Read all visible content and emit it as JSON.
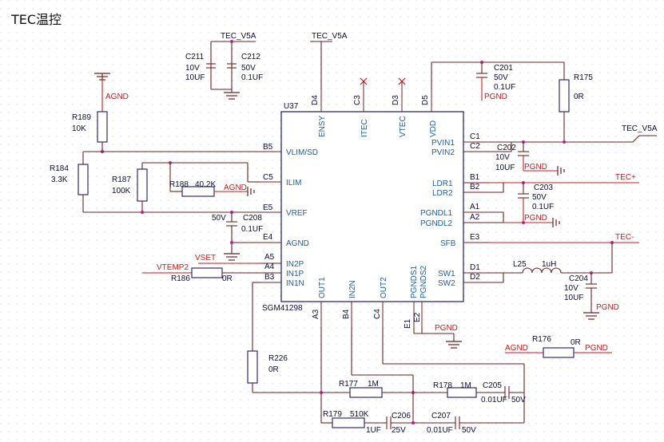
{
  "title": "TEC温控",
  "chip": {
    "ref": "U37",
    "part": "SGM41298",
    "top_pins": [
      {
        "ball": "D4",
        "name": "ENSY"
      },
      {
        "ball": "C3",
        "name": "ITEC"
      },
      {
        "ball": "D3",
        "name": "VTEC"
      },
      {
        "ball": "D5",
        "name": "VDD"
      }
    ],
    "left_pins": [
      {
        "ball": "B5",
        "name": "VLIM/SD"
      },
      {
        "ball": "C5",
        "name": "ILIM"
      },
      {
        "ball": "E5",
        "name": "VREF"
      },
      {
        "ball": "E4",
        "name": "AGND"
      },
      {
        "ball": "A5",
        "name": "IN2P"
      },
      {
        "ball": "A4",
        "name": "IN1P"
      },
      {
        "ball": "B3",
        "name": "IN1N"
      }
    ],
    "right_pins": [
      {
        "ball": "C1",
        "name": "PVIN1"
      },
      {
        "ball": "C2",
        "name": "PVIN2"
      },
      {
        "ball": "B1",
        "name": "LDR1"
      },
      {
        "ball": "B2",
        "name": "LDR2"
      },
      {
        "ball": "A1",
        "name": "PGNDL1"
      },
      {
        "ball": "A2",
        "name": "PGNDL2"
      },
      {
        "ball": "E3",
        "name": "SFB"
      },
      {
        "ball": "D1",
        "name": "SW1"
      },
      {
        "ball": "D2",
        "name": "SW2"
      }
    ],
    "bottom_pins": [
      {
        "ball": "A3",
        "name": "OUT1"
      },
      {
        "ball": "B4",
        "name": "IN2N"
      },
      {
        "ball": "C4",
        "name": "OUT2"
      },
      {
        "ball": "E1",
        "name": "PGNDS1"
      },
      {
        "ball": "E2",
        "name": "PGNDS2"
      }
    ]
  },
  "nets": {
    "tec_v5a": "TEC_V5A",
    "agnd": "AGND",
    "pgnd": "PGND",
    "tec_plus": "TEC+",
    "tec_minus": "TEC-",
    "vset": "VSET",
    "vtemp2": "VTEMP2"
  },
  "components": {
    "c211": {
      "ref": "C211",
      "v1": "10V",
      "v2": "10UF"
    },
    "c212": {
      "ref": "C212",
      "v1": "50V",
      "v2": "0.1UF"
    },
    "c201": {
      "ref": "C201",
      "v1": "50V",
      "v2": "0.1UF"
    },
    "r175": {
      "ref": "R175",
      "value": "0R"
    },
    "r189": {
      "ref": "R189",
      "value": "10K"
    },
    "r184": {
      "ref": "R184",
      "value": "3.3K"
    },
    "r187": {
      "ref": "R187",
      "value": "100K"
    },
    "r188": {
      "ref": "R188",
      "value": "40.2K"
    },
    "c208": {
      "ref": "C208",
      "v1": "50V",
      "v2": "0.1UF"
    },
    "r186": {
      "ref": "R186",
      "value": "0R"
    },
    "c202": {
      "ref": "C202",
      "v1": "10V",
      "v2": "10UF"
    },
    "c203": {
      "ref": "C203",
      "v1": "50V",
      "v2": "0.1UF"
    },
    "l25": {
      "ref": "L25",
      "value": "1uH"
    },
    "c204": {
      "ref": "C204",
      "v1": "10V",
      "v2": "10UF"
    },
    "r176": {
      "ref": "R176",
      "value": "0R"
    },
    "r226": {
      "ref": "R226",
      "value": "0R"
    },
    "r177": {
      "ref": "R177",
      "value": "1M"
    },
    "r178": {
      "ref": "R178",
      "value": "1M"
    },
    "c205": {
      "ref": "C205",
      "v1": "0.01UF",
      "v2": "50V"
    },
    "r179": {
      "ref": "R179",
      "value": "510K"
    },
    "c206": {
      "ref": "C206",
      "v1": "1UF",
      "v2": "25V"
    },
    "c207": {
      "ref": "C207",
      "v1": "0.01UF",
      "v2": "50V"
    }
  }
}
